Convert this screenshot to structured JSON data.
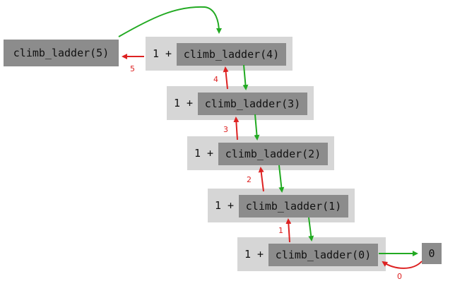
{
  "root_call": "climb_ladder(5)",
  "frames": [
    {
      "prefix": "1 +",
      "call": "climb_ladder(4)"
    },
    {
      "prefix": "1 +",
      "call": "climb_ladder(3)"
    },
    {
      "prefix": "1 +",
      "call": "climb_ladder(2)"
    },
    {
      "prefix": "1 +",
      "call": "climb_ladder(1)"
    },
    {
      "prefix": "1 +",
      "call": "climb_ladder(0)"
    }
  ],
  "base_value": "0",
  "return_values": [
    "5",
    "4",
    "3",
    "2",
    "1",
    "0"
  ],
  "colors": {
    "call_arrow": "#22aa22",
    "return_arrow": "#dd2222",
    "frame_outer": "#d6d6d6",
    "call_box": "#8c8c8c"
  }
}
